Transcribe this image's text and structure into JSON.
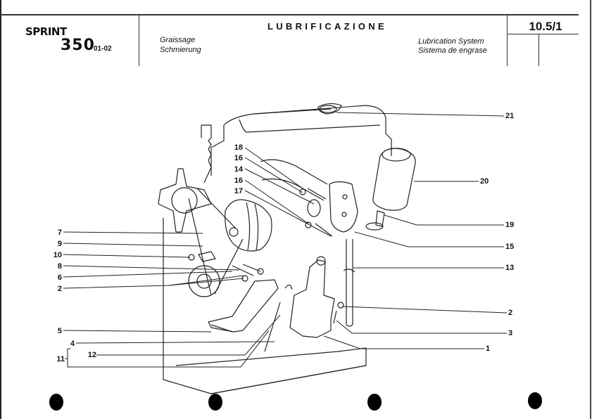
{
  "header": {
    "brand": "SPRINT",
    "model": "350",
    "variant": "01-02",
    "title": "LUBRIFICAZIONE",
    "subtitle_fr": "Graissage",
    "subtitle_de": "Schmierung",
    "subtitle_en": "Lubrication System",
    "subtitle_es": "Sistema de engrase",
    "page_number": "10.5/1"
  },
  "callouts": {
    "left": [
      "7",
      "9",
      "10",
      "8",
      "6",
      "2",
      "5",
      "4",
      "11",
      "12"
    ],
    "center": [
      "18",
      "16",
      "14",
      "16",
      "17"
    ],
    "right": [
      "21",
      "20",
      "19",
      "15",
      "13",
      "2",
      "3",
      "1"
    ]
  },
  "binder_holes": 4
}
